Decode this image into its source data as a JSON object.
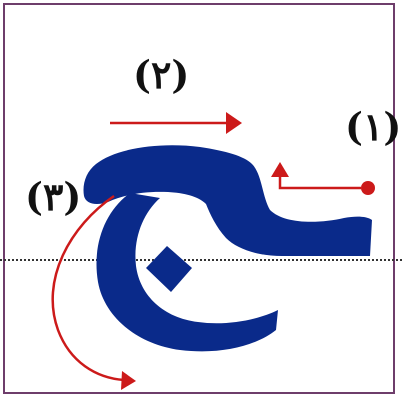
{
  "steps": {
    "step1_label": "(١)",
    "step2_label": "(٢)",
    "step3_label": "(٣)"
  },
  "colors": {
    "letter": "#0a2a8a",
    "arrows": "#cc1a1a",
    "frame": "#6e3d6b",
    "baseline": "#333333"
  },
  "icons": {
    "start_point": "dot-icon",
    "arrow_up": "arrow-up-icon",
    "arrow_right": "arrow-right-icon",
    "arrow_curve": "curved-arrow-icon"
  }
}
